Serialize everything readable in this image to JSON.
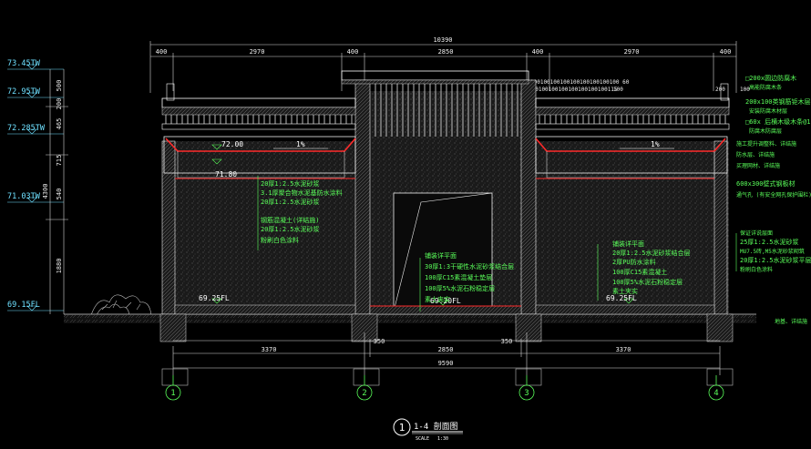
{
  "top_dims": {
    "overall": "10390",
    "segments": [
      "400",
      "2970",
      "400",
      "2850",
      "400",
      "2970",
      "400"
    ],
    "beam_spacing": "100100100100100100100100100  60",
    "beam_spacing_right": "100100100100100100100100115",
    "small_left": "115",
    "small_mid": "100",
    "small_right_a": "200",
    "small_right_b": "100"
  },
  "left_dims": {
    "stack": [
      "500",
      "200",
      "465",
      "715",
      "540",
      "1880"
    ],
    "total": "4300"
  },
  "levels_left": [
    "73.45TW",
    "72.95TW",
    "72.285TW",
    "71.03TW",
    "69.15FL"
  ],
  "levels_inside": {
    "left_roof": "72.00",
    "left_slab": "71.80",
    "left_floor": "69.25FL",
    "center_floor": "69.20FL",
    "right_floor": "69.25FL"
  },
  "slope": {
    "left": "1%",
    "right": "1%"
  },
  "notes_left_wall": [
    "20厚1:2.5水泥砂浆",
    "3.1厚聚合物水泥基防水涂料",
    "20厚1:2.5水泥砂浆",
    "钢筋混凝土(详结施)",
    "20厚1:2.5水泥砂浆",
    "粉刷白色涂料"
  ],
  "notes_center_floor": [
    "铺装详平面",
    "30厚1:3干硬性水泥砂浆结合层",
    "100厚C15素混凝土垫层",
    "100厚5%水泥石粉稳定层",
    "素土夹实"
  ],
  "notes_right_floor": [
    "铺装详平面",
    "20厚1:2.5水泥砂浆结合层",
    "2厚PU防水涂料",
    "100厚C15素混凝土",
    "100厚5%水泥石粉稳定层",
    "素土夹实"
  ],
  "notes_right_top": [
    "□200x圆边防腐木",
    "高能防腐木条",
    "200x100类钢筋钜木层",
    "安装防腐木材层",
    "□60x 后横木级木条@160",
    "防腐木防腐层",
    "施工提升调整料、详结施",
    "防水层、详结施",
    "买理网材、详结施"
  ],
  "notes_right_mid": [
    "600x300壁式钢板材",
    "通气孔 (有安全网孔保护围栏)"
  ],
  "notes_right_wall": [
    "保证详说层面",
    "25厚1:2.5水泥砂浆",
    "MU7.5砖,M5水泥砂浆砌筑",
    "20厚1:2.5水泥砂浆平层",
    "粉刷白色涂料"
  ],
  "note_ground": "地基、详结施",
  "bottom_dims": {
    "segments": [
      "3370",
      "350",
      "2850",
      "350",
      "3370"
    ],
    "overall": "9590"
  },
  "axes": [
    "1",
    "2",
    "3",
    "4"
  ],
  "title": {
    "number": "1",
    "text": "1-4 剖面图",
    "scale_label": "SCALE",
    "scale_value": "1:30"
  }
}
